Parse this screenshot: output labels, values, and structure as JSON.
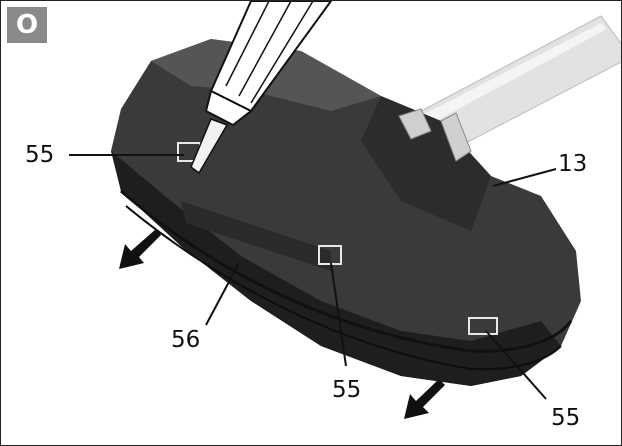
{
  "figure": {
    "badge": "O",
    "callouts": {
      "c55_left": "55",
      "c13": "13",
      "c56": "56",
      "c55_mid": "55",
      "c55_right": "55"
    }
  }
}
